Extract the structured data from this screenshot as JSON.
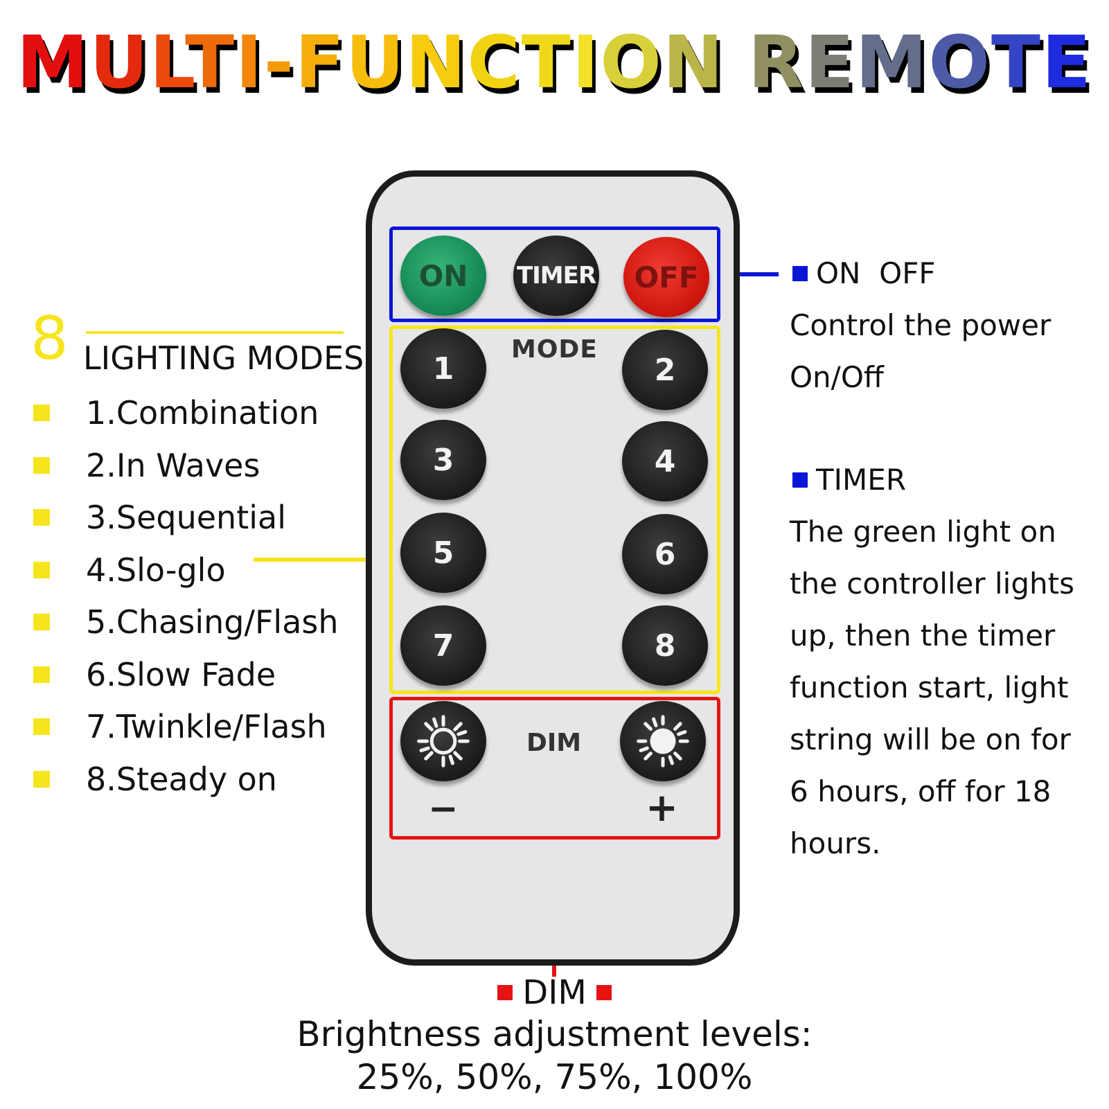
{
  "title": {
    "letters": [
      {
        "ch": "M",
        "color": "#e30f0f"
      },
      {
        "ch": "U",
        "color": "#e42a0d"
      },
      {
        "ch": "L",
        "color": "#ea4a0c"
      },
      {
        "ch": "T",
        "color": "#ef6a0b"
      },
      {
        "ch": "I",
        "color": "#f2850a"
      },
      {
        "ch": "-",
        "color": "#f49a0a"
      },
      {
        "ch": "F",
        "color": "#f5ad0a"
      },
      {
        "ch": "U",
        "color": "#f6bd0c"
      },
      {
        "ch": "N",
        "color": "#f7cc0e"
      },
      {
        "ch": "C",
        "color": "#f2d313"
      },
      {
        "ch": "T",
        "color": "#efd91a"
      },
      {
        "ch": "I",
        "color": "#f2e02a"
      },
      {
        "ch": "O",
        "color": "#d8d03a"
      },
      {
        "ch": "N",
        "color": "#b9b548"
      },
      {
        "ch": " ",
        "color": "#ffffff"
      },
      {
        "ch": "R",
        "color": "#8f8f62"
      },
      {
        "ch": "E",
        "color": "#7b7f73"
      },
      {
        "ch": "M",
        "color": "#646d8a"
      },
      {
        "ch": "O",
        "color": "#4d5aa6"
      },
      {
        "ch": "T",
        "color": "#3544c4"
      },
      {
        "ch": "E",
        "color": "#1e2bdf"
      }
    ]
  },
  "remote": {
    "power_buttons": {
      "on": "ON",
      "timer": "TIMER",
      "off": "OFF"
    },
    "mode_label": "MODE",
    "mode_buttons": [
      "1",
      "2",
      "3",
      "4",
      "5",
      "6",
      "7",
      "8"
    ],
    "dim_label": "DIM",
    "dim_minus": "−",
    "dim_plus": "+"
  },
  "colors": {
    "power": "#0a16d6",
    "mode": "#f6e51c",
    "dim": "#e41414"
  },
  "modes": {
    "count": "8",
    "title": "LIGHTING MODES",
    "items": [
      "1.Combination",
      "2.In Waves",
      "3.Sequential",
      "4.Slo-glo",
      "5.Chasing/Flash",
      "6.Slow Fade",
      "7.Twinkle/Flash",
      "8.Steady on"
    ]
  },
  "onoff": {
    "heading": "ON  OFF",
    "lines": [
      "Control the power",
      "On/Off"
    ]
  },
  "timer": {
    "heading": "TIMER",
    "lines": [
      "The green light on",
      "the controller lights",
      "up, then the timer",
      "function start, light",
      "string will be on for",
      "6 hours, off for 18",
      "hours."
    ]
  },
  "dim": {
    "heading": "DIM",
    "line1": "Brightness adjustment levels:",
    "line2": "25%, 50%, 75%, 100%"
  }
}
